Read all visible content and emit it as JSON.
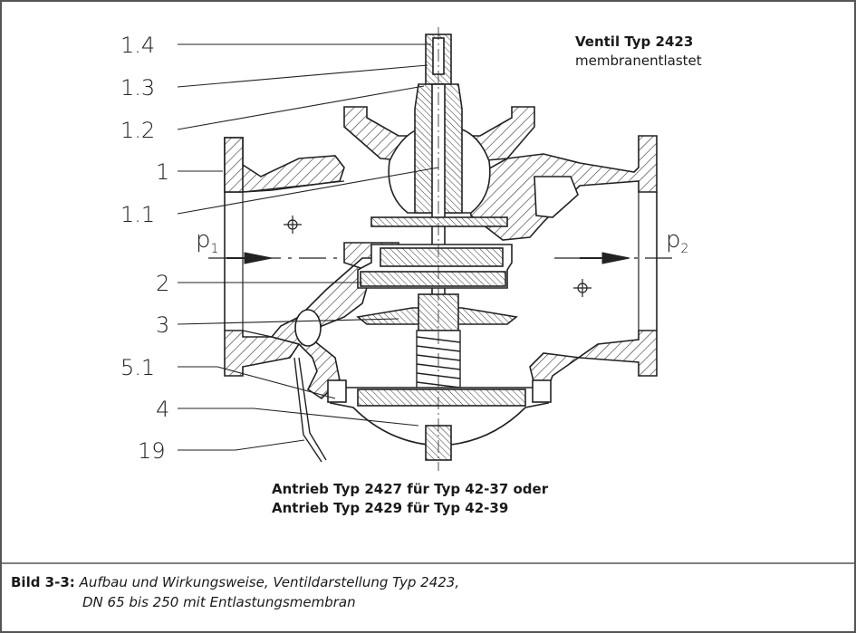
{
  "callouts": [
    "1.4",
    "1.3",
    "1.2",
    "1",
    "1.1",
    "2",
    "3",
    "5.1",
    "4",
    "19"
  ],
  "valve_title": {
    "bold": "Ventil Typ 2423",
    "sub": "membranentlastet"
  },
  "pressure": {
    "p1": "p",
    "p1_sub": "1",
    "p2": "p",
    "p2_sub": "2"
  },
  "drive": {
    "line1": "Antrieb Typ 2427 für Typ 42-37 oder",
    "line2": "Antrieb Typ 2429 für Typ 42-39"
  },
  "caption": {
    "label": "Bild 3-3:",
    "line1": "Aufbau und Wirkungsweise, Ventildarstellung Typ 2423,",
    "line2": "DN 65 bis 250 mit Entlastungsmembran"
  }
}
